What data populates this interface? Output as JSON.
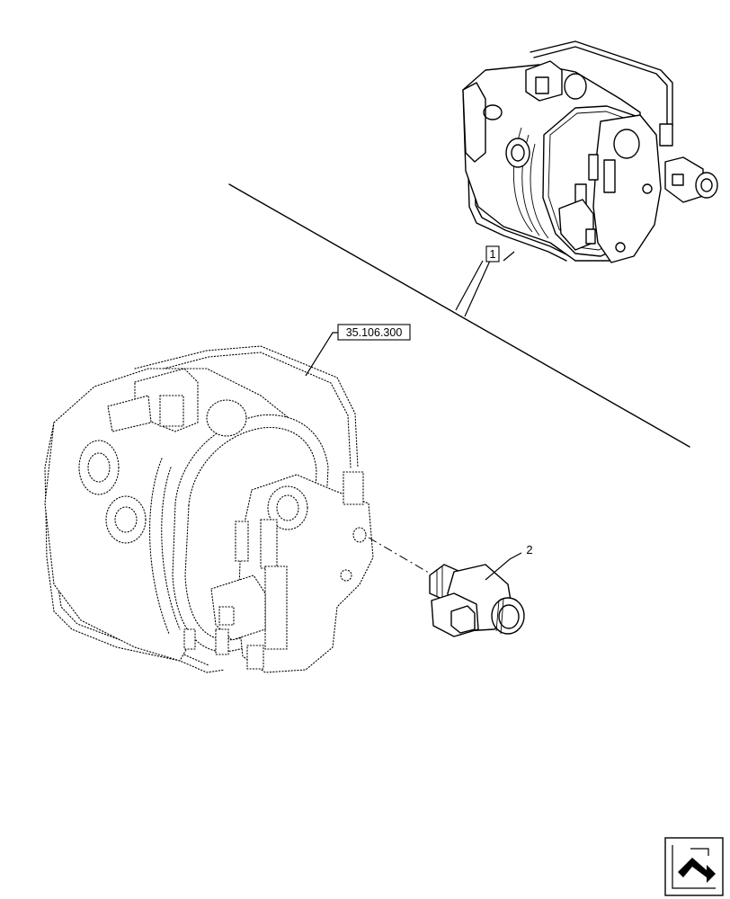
{
  "callouts": {
    "item_1": "1",
    "item_2": "2",
    "reference": "35.106.300"
  },
  "icons": {
    "nav_icon": "return-arrow-icon"
  }
}
